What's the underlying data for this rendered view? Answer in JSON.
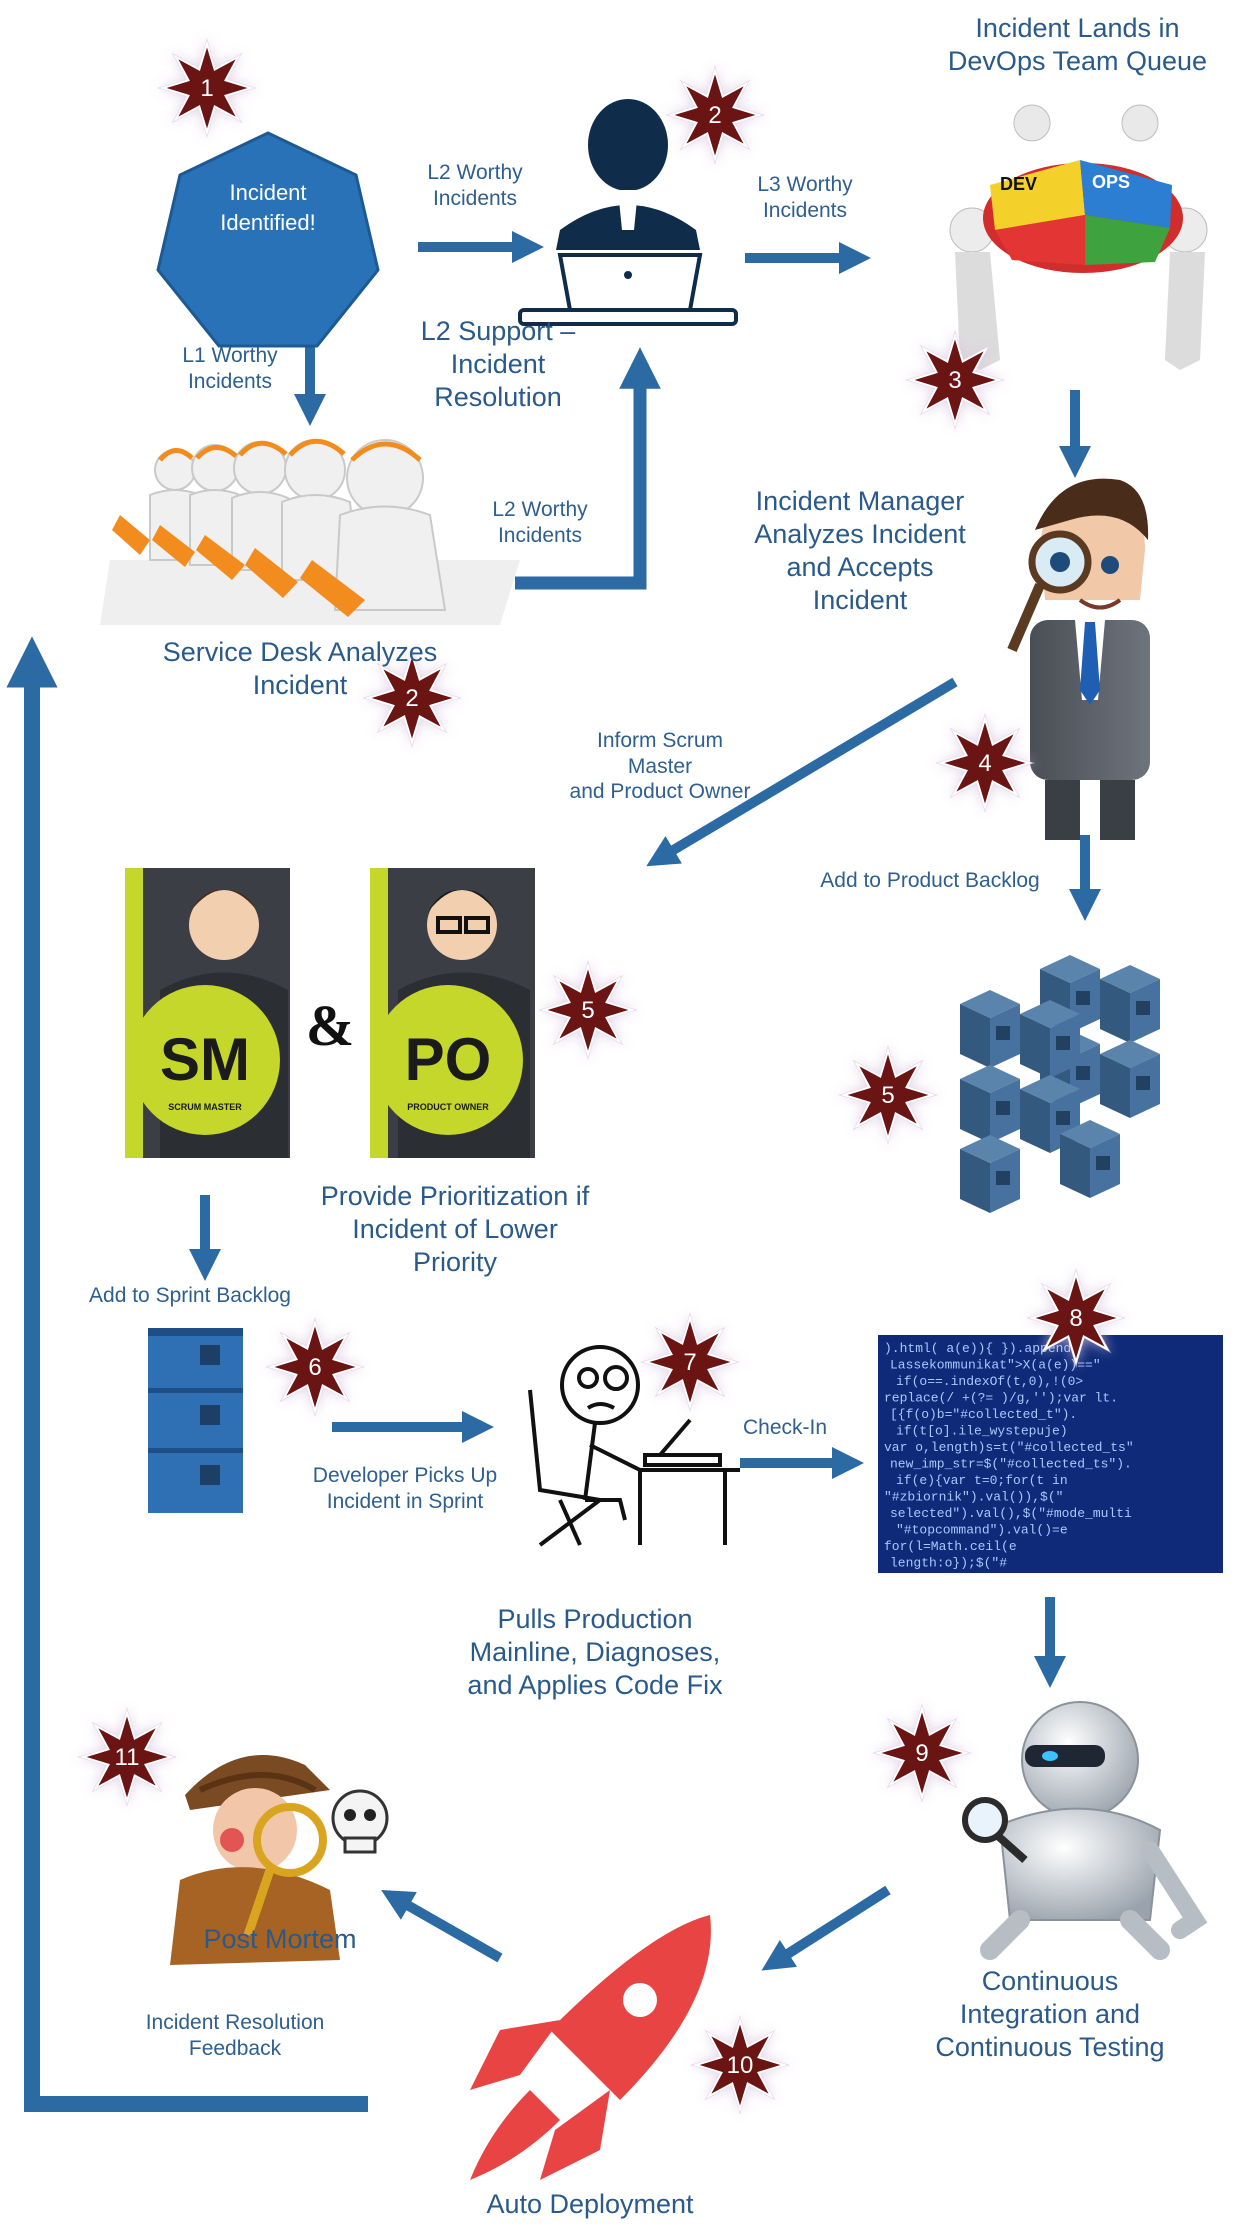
{
  "nodes": {
    "incident_identified": "Incident\nIdentified!",
    "l2_support": "L2 Support –\nIncident\nResolution",
    "devops_queue": "Incident Lands in\nDevOps Team Queue",
    "service_desk": "Service Desk Analyzes\nIncident",
    "incident_manager": "Incident Manager\nAnalyzes Incident\nand Accepts\nIncident",
    "scrum_master_badge": "SM",
    "scrum_master_caption": "SCRUM MASTER",
    "ampersand": "&",
    "product_owner_badge": "PO",
    "product_owner_caption": "PRODUCT OWNER",
    "provide_prioritization": "Provide Prioritization if\nIncident of Lower\nPriority",
    "pulls_production": "Pulls Production\nMainline, Diagnoses,\nand Applies Code Fix",
    "continuous_integration": "Continuous\nIntegration and\nContinuous Testing",
    "post_mortem": "Post Mortem",
    "auto_deployment": "Auto Deployment",
    "devops_puzzle": [
      "DEV",
      "OPS"
    ]
  },
  "edges": {
    "l2_worthy_top": "L2 Worthy\nIncidents",
    "l3_worthy": "L3 Worthy\nIncidents",
    "l1_worthy": "L1 Worthy\nIncidents",
    "l2_worthy_desk": "L2 Worthy\nIncidents",
    "inform_scrum": "Inform Scrum\nMaster\nand Product Owner",
    "add_product_backlog": "Add to Product Backlog",
    "add_sprint_backlog": "Add to Sprint Backlog",
    "developer_picks": "Developer Picks Up\nIncident in Sprint",
    "check_in": "Check-In",
    "feedback": "Incident Resolution\nFeedback"
  },
  "steps": [
    "1",
    "2",
    "2",
    "3",
    "4",
    "5",
    "5",
    "6",
    "7",
    "8",
    "9",
    "10",
    "11"
  ],
  "code_lines": [
    ").html( a(e)){ }).append(",
    "Lassekommunikat\">X(a(e))==\"",
    "if(o==.indexOf(t,0),!(0>",
    "replace(/ +(?= )/g,'');var lt.",
    "[{f(o)b=\"#collected_t\").",
    "if(t[o].ile_wystepuje)",
    "var o,length)s=t(\"#collected_ts\"",
    "new_imp_str=$(\"#collected_ts\").",
    "if(e){var t=0;for(t in",
    "\"#zbiornik\").val()),$(\"",
    "selected\").val(),$(\"#mode_multi",
    "\"#topcommand\").val()=e",
    "for(l=Math.ceil(e",
    "length:o});$(\"#"
  ],
  "colors": {
    "arrow": "#2b6aa3",
    "label": "#2e5f8f",
    "star_fill": "#6b1414",
    "hept_fill": "#2a72b8",
    "sm_po_green": "#c4d72a",
    "box_blue": "#3a5f8a",
    "rocket": "#e84444",
    "code_bg": "#0e2a78"
  },
  "icons": [
    "star-badge-icon",
    "heptagon-shape",
    "user-laptop-icon",
    "puzzle-team-icon",
    "call-center-icon",
    "manager-magnifier-icon",
    "scrum-master-card-icon",
    "product-owner-card-icon",
    "backlog-cubes-icon",
    "sprint-cube-stack-icon",
    "developer-sketch-icon",
    "code-screen-icon",
    "robot-magnifier-icon",
    "rocket-icon",
    "detective-skull-icon"
  ]
}
